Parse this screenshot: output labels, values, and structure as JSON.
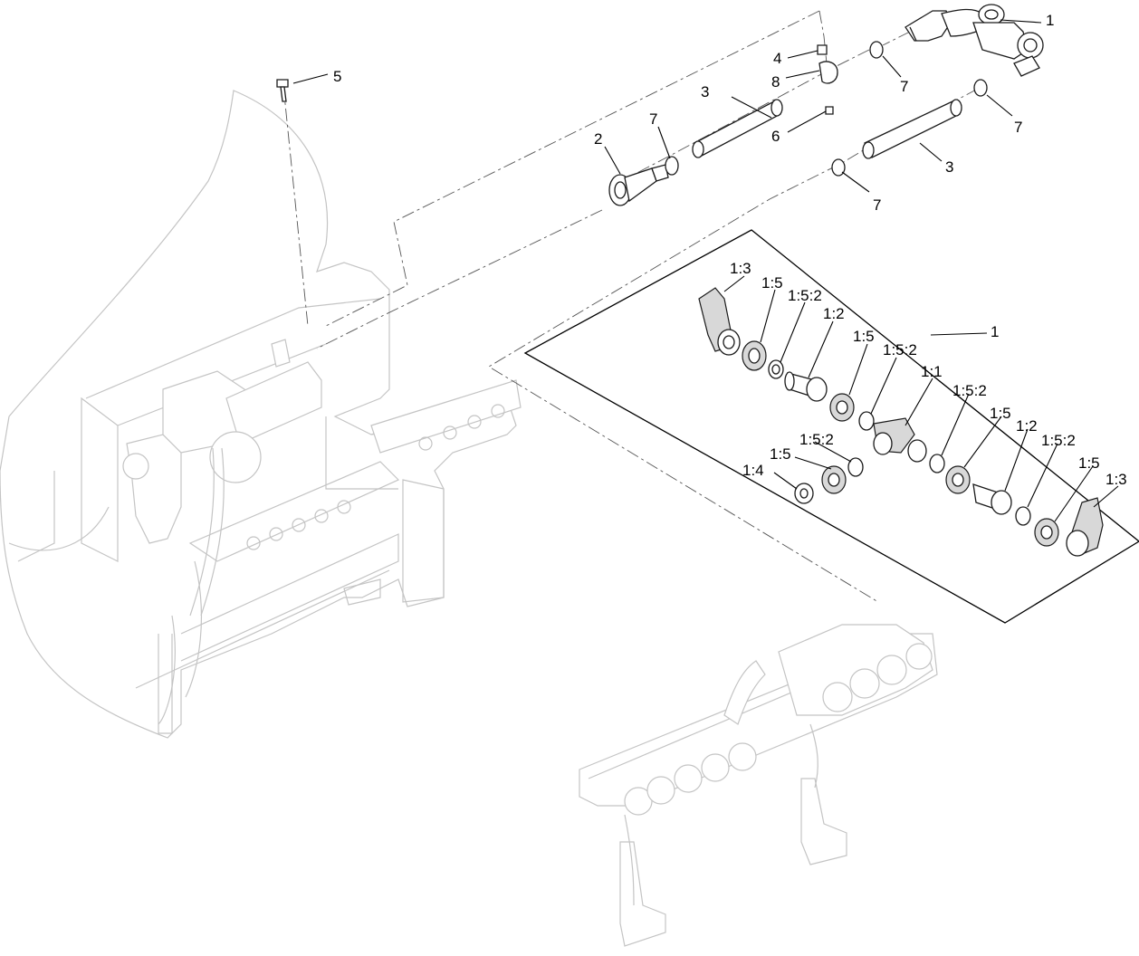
{
  "callouts": {
    "c1_top": "1",
    "c3_top": "3",
    "c3_right": "3",
    "c2": "2",
    "c4": "4",
    "c5": "5",
    "c6": "6",
    "c7_a": "7",
    "c7_b": "7",
    "c7_c": "7",
    "c7_d": "7",
    "c8": "8",
    "c1_box": "1"
  },
  "detail_callouts": {
    "top_row": [
      "1:3",
      "1:5",
      "1:5:2",
      "1:2",
      "1:5",
      "1:5:2",
      "1:1"
    ],
    "bottom_left": [
      "1:5:2",
      "1:5",
      "1:4"
    ],
    "bottom_right": [
      "1:5:2",
      "1:5",
      "1:2",
      "1:5:2",
      "1:5",
      "1:3"
    ]
  }
}
